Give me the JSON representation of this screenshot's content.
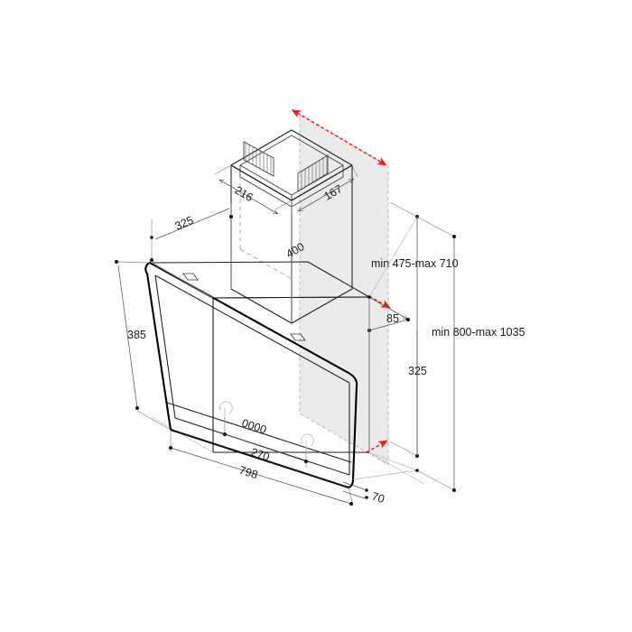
{
  "drawing": {
    "title": "Wall-mounted inclined cooker hood — isometric dimension drawing",
    "background_color": "#ffffff",
    "line_color": "#1c1c1c",
    "accent_color": "#ee1c25",
    "wall_shade_color": "#ebebeb",
    "units": "mm",
    "product": "Inclined glass cooker hood with chimney"
  },
  "dimensions": {
    "chimney_depth": "216",
    "chimney_width": "167",
    "chimney_height": "400",
    "body_depth_top": "325",
    "front_panel_height": "385",
    "panel_offset": "85",
    "lower_height": "325",
    "control_width": "270",
    "body_width": "798",
    "bottom_thickness": "70",
    "chimney_range": "min 475-max 710",
    "total_range": "min 800-max 1035"
  },
  "labels": {
    "d216": "216",
    "d167": "167",
    "d400": "400",
    "d325_top": "325",
    "d385": "385",
    "d85": "85",
    "d325_bottom": "325",
    "d270": "270",
    "d798": "798",
    "d70": "70",
    "range_chimney": "min 475-max 710",
    "range_total": "min 800-max 1035",
    "control_display": "0000"
  },
  "control_panel": {
    "display_value": "0000",
    "icon_left": "control-knob-icon",
    "icon_right": "control-knob-icon"
  },
  "features": {
    "vent_louvers_left": "chimney-vent-louvers-left",
    "vent_louvers_right": "chimney-vent-louvers-right",
    "glass_front": "inclined-glass-front-panel",
    "wall_plane": "mounting-wall-reference-plane",
    "mount_arrows": "red-mounting-direction-arrows"
  }
}
